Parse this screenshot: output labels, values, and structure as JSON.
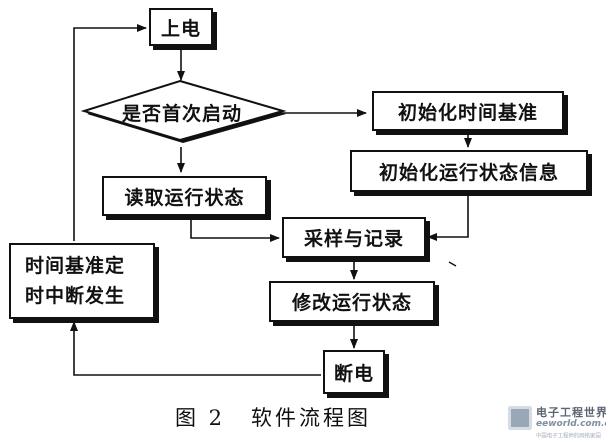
{
  "nodes": {
    "power_on": "上电",
    "first_start": "是否首次启动",
    "init_time_base": "初始化时间基准",
    "init_run_state": "初始化运行状态信息",
    "read_run_state": "读取运行状态",
    "sample_record": "采样与记录",
    "timer_interrupt_line1": "时间基准定",
    "timer_interrupt_line2": "时中断发生",
    "modify_run_state": "修改运行状态",
    "power_off": "断电"
  },
  "caption": {
    "figure_no": "图 2",
    "title": "软件流程图"
  },
  "watermark": {
    "name": "电子工程世界",
    "url": "eeworld.com.cn",
    "tagline": "中国电子工程师的网络家园"
  }
}
